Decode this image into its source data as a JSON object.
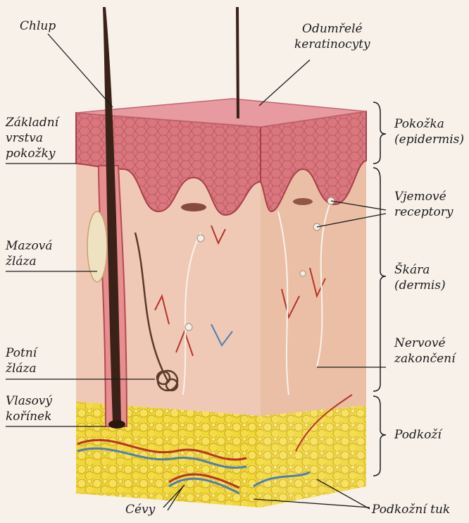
{
  "labels": {
    "hair": "Chlup",
    "dead_keratinocytes": [
      "Odumřelé",
      "keratinocyty"
    ],
    "basal_layer": [
      "Základní",
      "vrstva",
      "pokožky"
    ],
    "epidermis": [
      "Pokožka",
      "(epidermis)"
    ],
    "sensory_receptors": [
      "Vjemové",
      "receptory"
    ],
    "sebaceous_gland": [
      "Mazová",
      "žláza"
    ],
    "dermis": [
      "Škára",
      "(dermis)"
    ],
    "sweat_gland": [
      "Potní",
      "žláza"
    ],
    "nerve_endings": [
      "Nervové",
      "zakončení"
    ],
    "hair_root": [
      "Vlasový",
      "kořínek"
    ],
    "hypodermis": "Podkoží",
    "vessels": "Cévy",
    "subcutaneous_fat": "Podkožní tuk"
  },
  "colors": {
    "epidermis": "#d9777e",
    "epidermis_dark": "#b8505a",
    "dermis": "#f0c9b6",
    "dermis_side": "#ecc0a8",
    "fat": "#f0d73a",
    "fat_shade": "#d9b51e",
    "hair": "#3a2218",
    "artery": "#b8332a",
    "vein": "#4d7fb5",
    "nerve": "#f4f0ea"
  }
}
